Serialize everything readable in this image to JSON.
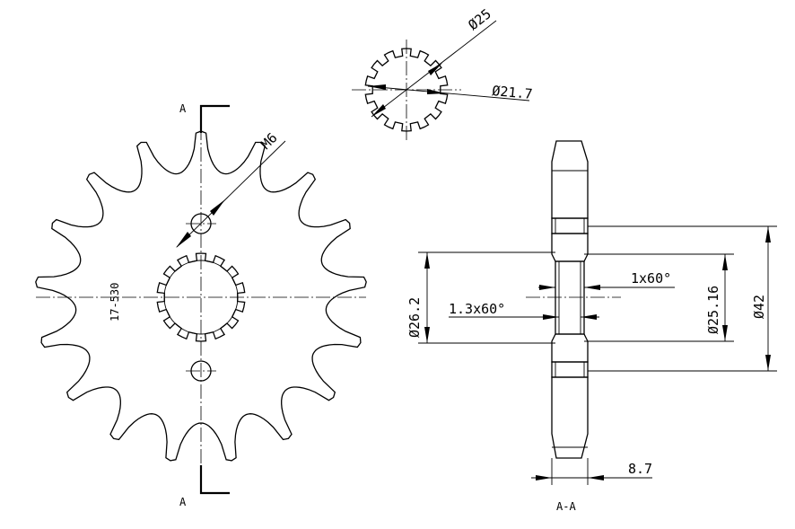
{
  "labels": {
    "section_a_top": "A",
    "section_a_bottom": "A",
    "thread": "M6",
    "part_code": "17-530",
    "dia_25": "Ø25",
    "dia_21_7": "Ø21.7",
    "chamfer_1x60": "1x60°",
    "chamfer_1_3x60": "1.3x60°",
    "dia_26_2": "Ø26.2",
    "dia_25_16": "Ø25.16",
    "dia_42": "Ø42",
    "width_8_7": "8.7",
    "section_view": "A-A"
  },
  "sprocket": {
    "teeth": 17,
    "spline_teeth": 14
  }
}
